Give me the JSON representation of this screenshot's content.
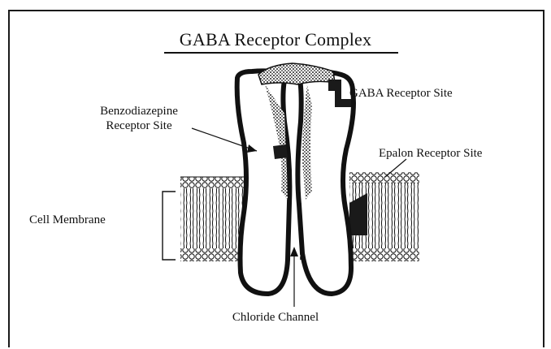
{
  "title": "GABA Receptor Complex",
  "labels": {
    "gaba_site": "GABA Receptor Site",
    "benzo_line1": "Benzodiazepine",
    "benzo_line2": "Receptor Site",
    "epalon_site": "Epalon Receptor Site",
    "cell_membrane": "Cell Membrane",
    "chloride_channel": "Chloride Channel"
  },
  "colors": {
    "ink": "#111111",
    "background": "#ffffff",
    "stipple": "#3a3a3a"
  }
}
